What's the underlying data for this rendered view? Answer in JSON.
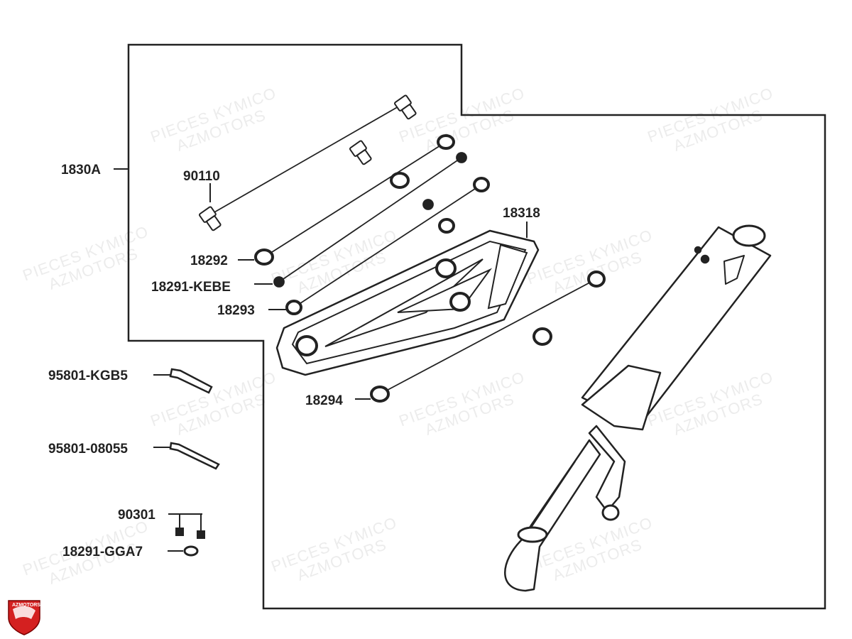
{
  "watermark": {
    "line1": "PIECES KYMICO",
    "line2": "AZMOTORS"
  },
  "logo": {
    "text": "AZMOTORS",
    "color": "#d42020"
  },
  "parts": {
    "p1830a": "1830A",
    "p90110": "90110",
    "p18318": "18318",
    "p18292": "18292",
    "p18291_kebe": "18291-KEBE",
    "p18293": "18293",
    "p95801_kgb5": "95801-KGB5",
    "p18294": "18294",
    "p95801_08055": "95801-08055",
    "p90301": "90301",
    "p18291_gga7": "18291-GGA7"
  },
  "colors": {
    "line": "#222222",
    "watermark": "#ececec"
  }
}
